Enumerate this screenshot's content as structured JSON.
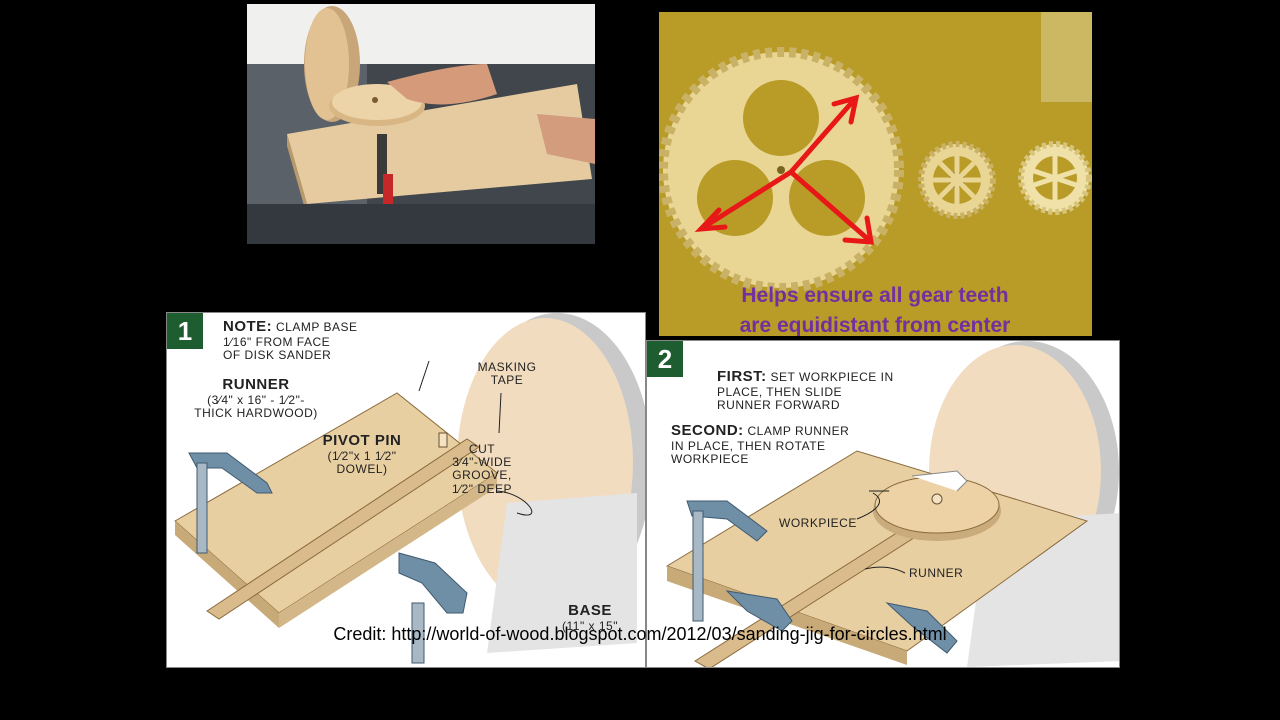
{
  "gear_caption": {
    "line1": "Helps ensure all gear teeth",
    "line2": "are equidistant from center"
  },
  "illustration_1": {
    "step_number": "1",
    "note_bold": "NOTE:",
    "note_text": "CLAMP BASE",
    "note_line2": "1⁄16\" FROM FACE",
    "note_line3": "OF DISK SANDER",
    "runner_title": "RUNNER",
    "runner_dims1": "(3⁄4\" x 16\" - 1⁄2\"-",
    "runner_dims2": "THICK HARDWOOD)",
    "pivot_title": "PIVOT PIN",
    "pivot_dims1": "(1⁄2\"x 1 1⁄2\"",
    "pivot_dims2": "DOWEL)",
    "masking_line1": "MASKING",
    "masking_line2": "TAPE",
    "cut_line1": "CUT",
    "cut_line2": "3⁄4\"-WIDE",
    "cut_line3": "GROOVE,",
    "cut_line4": "1⁄2\" DEEP",
    "base_title": "BASE",
    "base_dims": "(11\" x 15\""
  },
  "illustration_2": {
    "step_number": "2",
    "first_bold": "FIRST:",
    "first_text": "SET WORKPIECE IN",
    "first_line2": "PLACE, THEN SLIDE",
    "first_line3": "RUNNER FORWARD",
    "second_bold": "SECOND:",
    "second_text": "CLAMP RUNNER",
    "second_line2": "IN PLACE, THEN ROTATE",
    "second_line3": "WORKPIECE",
    "workpiece_label": "WORKPIECE",
    "runner_label": "RUNNER"
  },
  "credit": "Credit: http://world-of-wood.blogspot.com/2012/03/sanding-jig-for-circles.html",
  "colors": {
    "background": "#000000",
    "gear_caption": "#7030a0",
    "badge": "#1e5d2f",
    "arrow": "#e81818",
    "wood": "#e8cfa2",
    "disk": "#f2dcc0",
    "clamp": "#6f8fa6"
  },
  "icons": {
    "badge": "step-number-badge",
    "arrows": "red-double-arrow"
  }
}
